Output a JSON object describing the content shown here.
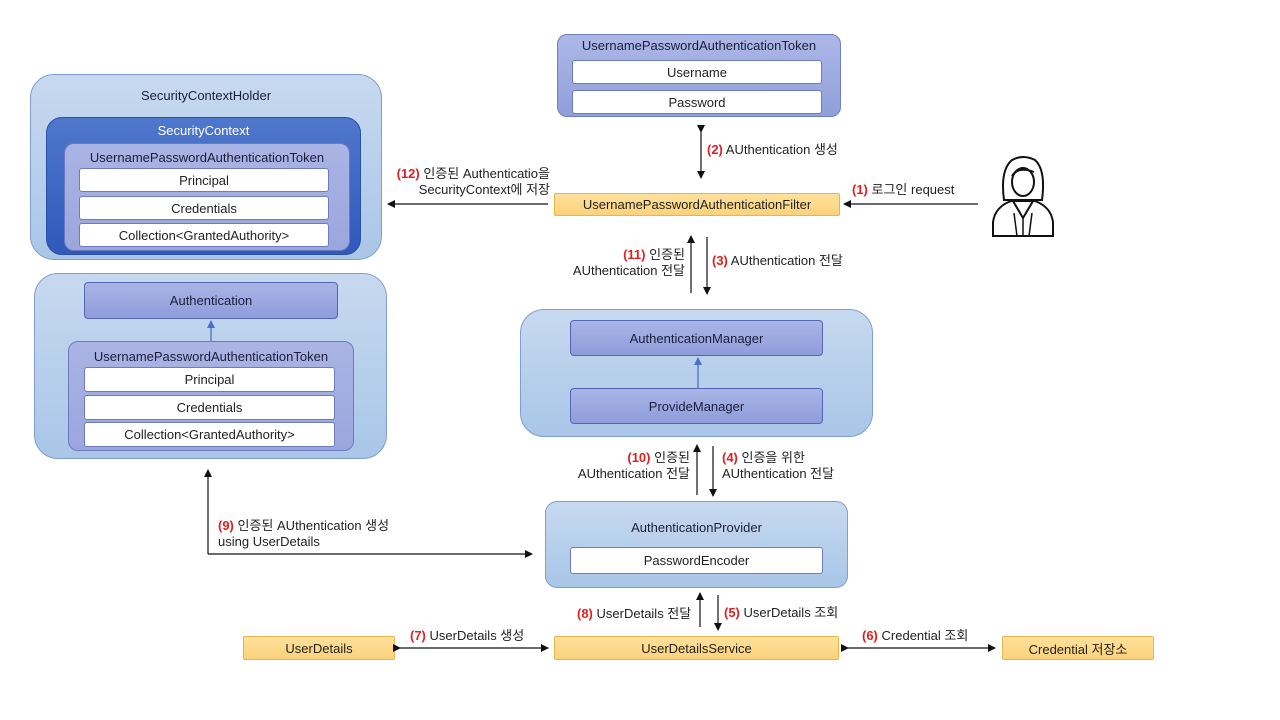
{
  "security_context_holder": {
    "title": "SecurityContextHolder",
    "context_title": "SecurityContext",
    "token_title": "UsernamePasswordAuthenticationToken",
    "fields": [
      "Principal",
      "Credentials",
      "Collection<GrantedAuthority>"
    ]
  },
  "authentication_panel": {
    "authentication_label": "Authentication",
    "token_title": "UsernamePasswordAuthenticationToken",
    "fields": [
      "Principal",
      "Credentials",
      "Collection<GrantedAuthority>"
    ]
  },
  "top_token": {
    "title": "UsernamePasswordAuthenticationToken",
    "fields": [
      "Username",
      "Password"
    ]
  },
  "filter_label": "UsernamePasswordAuthenticationFilter",
  "manager_panel": {
    "manager_label": "AuthenticationManager",
    "provider_manager_label": "ProvideManager"
  },
  "provider_panel": {
    "title": "AuthenticationProvider",
    "encoder_label": "PasswordEncoder"
  },
  "user_details_label": "UserDetails",
  "user_details_service_label": "UserDetailsService",
  "credential_store_label": "Credential 저장소",
  "steps": {
    "s1": {
      "num": "(1)",
      "text": "로그인  request"
    },
    "s2": {
      "num": "(2)",
      "text": "AUthentication  생성"
    },
    "s3": {
      "num": "(3)",
      "text": "AUthentication  전달"
    },
    "s4": {
      "num": "(4)",
      "text": "인증을  위한",
      "text2": "AUthentication  전달"
    },
    "s5": {
      "num": "(5)",
      "text": "UserDetails  조회"
    },
    "s6": {
      "num": "(6)",
      "text": "Credential  조회"
    },
    "s7": {
      "num": "(7)",
      "text": "UserDetails  생성"
    },
    "s8": {
      "num": "(8)",
      "text": "UserDetails  전달"
    },
    "s9": {
      "num": "(9)",
      "text": "인증된  AUthentication  생성",
      "text2": "using UserDetails"
    },
    "s10": {
      "num": "(10)",
      "text": "인증된",
      "text2": "AUthentication  전달"
    },
    "s11": {
      "num": "(11)",
      "text": "인증된",
      "text2": "AUthentication  전달"
    },
    "s12": {
      "num": "(12)",
      "text": "인증된  Authenticatio을",
      "text2": "SecurityContext에  저장"
    }
  },
  "colors": {
    "step_number": "#e02020",
    "yellow_box": "#fbd27a",
    "dark_blue": "#2f59bb",
    "light_blue": "#a9c6e8"
  },
  "icons": {
    "user": "woman-user-icon"
  }
}
